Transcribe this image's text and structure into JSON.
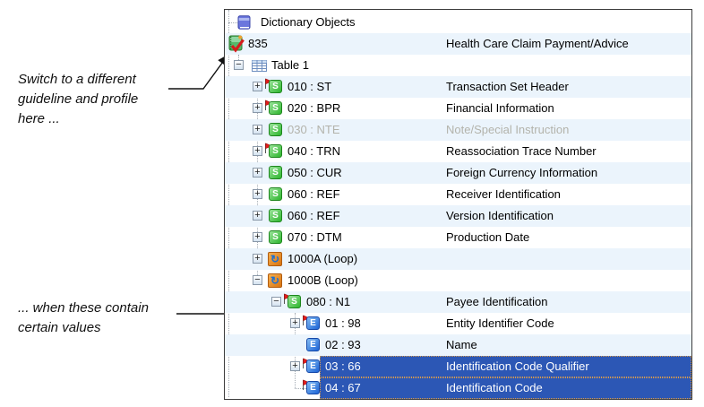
{
  "annotations": {
    "note1": "Switch to a different\nguideline and profile\nhere ...",
    "note2": "... when these contain\ncertain values"
  },
  "tree": {
    "rows": [
      {
        "label": "Dictionary Objects",
        "desc": "",
        "icon": "dictionary-book-icon",
        "level": 0,
        "expander": "none",
        "flag": false,
        "selected": false,
        "grayed": false
      },
      {
        "label": "835",
        "desc": "Health Care Claim Payment/Advice",
        "icon": "guideline-book-icon",
        "level": 0,
        "expander": "none",
        "flag": false,
        "selected": false,
        "grayed": false
      },
      {
        "label": "Table 1",
        "desc": "",
        "icon": "table-icon",
        "level": 1,
        "expander": "minus",
        "flag": false,
        "selected": false,
        "grayed": false
      },
      {
        "label": "010 : ST",
        "desc": "Transaction Set Header",
        "icon": "segment-icon",
        "level": 2,
        "expander": "plus",
        "flag": true,
        "selected": false,
        "grayed": false
      },
      {
        "label": "020 : BPR",
        "desc": "Financial Information",
        "icon": "segment-icon",
        "level": 2,
        "expander": "plus",
        "flag": true,
        "selected": false,
        "grayed": false
      },
      {
        "label": "030 : NTE",
        "desc": "Note/Special Instruction",
        "icon": "segment-icon",
        "level": 2,
        "expander": "plus",
        "flag": false,
        "selected": false,
        "grayed": true
      },
      {
        "label": "040 : TRN",
        "desc": "Reassociation Trace Number",
        "icon": "segment-icon",
        "level": 2,
        "expander": "plus",
        "flag": true,
        "selected": false,
        "grayed": false
      },
      {
        "label": "050 : CUR",
        "desc": "Foreign Currency Information",
        "icon": "segment-icon",
        "level": 2,
        "expander": "plus",
        "flag": false,
        "selected": false,
        "grayed": false
      },
      {
        "label": "060 : REF",
        "desc": "Receiver Identification",
        "icon": "segment-icon",
        "level": 2,
        "expander": "plus",
        "flag": false,
        "selected": false,
        "grayed": false
      },
      {
        "label": "060 : REF",
        "desc": "Version Identification",
        "icon": "segment-icon",
        "level": 2,
        "expander": "plus",
        "flag": false,
        "selected": false,
        "grayed": false
      },
      {
        "label": "070 : DTM",
        "desc": "Production Date",
        "icon": "segment-icon",
        "level": 2,
        "expander": "plus",
        "flag": false,
        "selected": false,
        "grayed": false
      },
      {
        "label": "1000A (Loop)",
        "desc": "",
        "icon": "loop-icon",
        "level": 2,
        "expander": "plus",
        "flag": false,
        "selected": false,
        "grayed": false
      },
      {
        "label": "1000B (Loop)",
        "desc": "",
        "icon": "loop-icon",
        "level": 2,
        "expander": "minus",
        "flag": false,
        "selected": false,
        "grayed": false
      },
      {
        "label": "080 : N1",
        "desc": "Payee Identification",
        "icon": "segment-icon",
        "level": 3,
        "expander": "minus",
        "flag": true,
        "selected": false,
        "grayed": false
      },
      {
        "label": "01 : 98",
        "desc": "Entity Identifier Code",
        "icon": "element-icon",
        "level": 4,
        "expander": "plus",
        "flag": true,
        "selected": false,
        "grayed": false
      },
      {
        "label": "02 : 93",
        "desc": "Name",
        "icon": "element-icon",
        "level": 4,
        "expander": "none",
        "flag": false,
        "selected": false,
        "grayed": false
      },
      {
        "label": "03 : 66",
        "desc": "Identification Code Qualifier",
        "icon": "element-icon",
        "level": 4,
        "expander": "plus",
        "flag": true,
        "selected": true,
        "grayed": false
      },
      {
        "label": "04 : 67",
        "desc": "Identification Code",
        "icon": "element-icon",
        "level": 4,
        "expander": "none",
        "flag": true,
        "selected": true,
        "grayed": false
      }
    ]
  },
  "colors": {
    "selection_blue": "#2c57b5",
    "selection_marquee": "#d79b4f",
    "row_stripe": "#ebf4fc",
    "grayed_text": "#b3b3ab",
    "segment_green": "#2eb52e",
    "element_blue": "#1c63d6",
    "loop_orange": "#d97410",
    "flag_red": "#e31b1b"
  }
}
